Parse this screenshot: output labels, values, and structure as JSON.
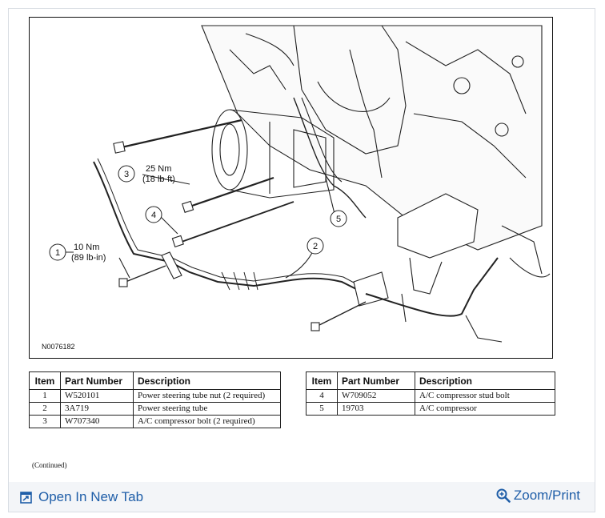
{
  "figure": {
    "id": "N0076182",
    "callouts": [
      {
        "number": "1",
        "torque_nm": "10 Nm",
        "torque_lbin": "(89 lb-in)"
      },
      {
        "number": "2"
      },
      {
        "number": "3",
        "torque_nm": "25 Nm",
        "torque_lbin": "(18 lb-ft)"
      },
      {
        "number": "4"
      },
      {
        "number": "5"
      }
    ]
  },
  "table_headers": {
    "item": "Item",
    "part_number": "Part Number",
    "description": "Description"
  },
  "table_left": [
    {
      "item": "1",
      "part_number": "W520101",
      "description": "Power steering tube nut (2 required)"
    },
    {
      "item": "2",
      "part_number": "3A719",
      "description": "Power steering tube"
    },
    {
      "item": "3",
      "part_number": "W707340",
      "description": "A/C compressor bolt (2 required)"
    }
  ],
  "table_right": [
    {
      "item": "4",
      "part_number": "W709052",
      "description": "A/C compressor stud bolt"
    },
    {
      "item": "5",
      "part_number": "19703",
      "description": "A/C compressor"
    }
  ],
  "continued": "(Continued)",
  "actions": {
    "open_new_tab": "Open In New Tab",
    "zoom_print": "Zoom/Print"
  },
  "colors": {
    "link": "#1f5ea8",
    "bar": "#f3f5f8"
  }
}
